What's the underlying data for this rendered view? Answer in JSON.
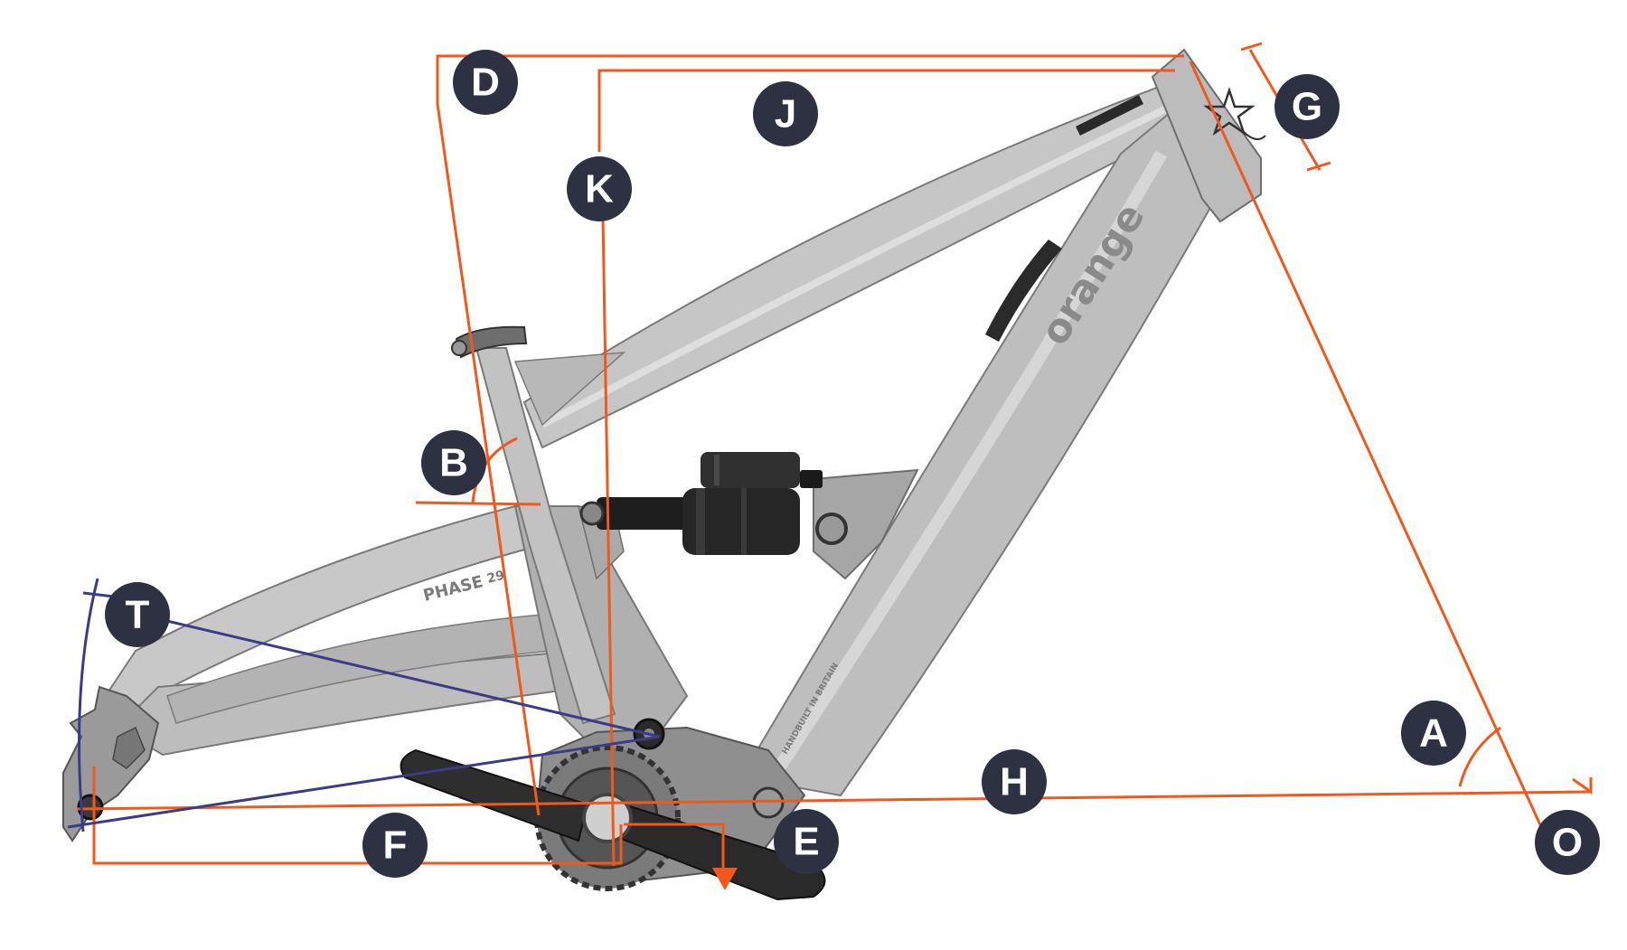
{
  "colors": {
    "measure": "#f0591e",
    "trail": "#3b3c86",
    "badge": "#2e3141",
    "frame_light": "#c4c4c4",
    "frame_mid": "#a9a9a9",
    "frame_dark": "#8c8c8c",
    "shock_black": "#1c1c1c"
  },
  "labels": {
    "A": "A",
    "B": "B",
    "D": "D",
    "E": "E",
    "F": "F",
    "G": "G",
    "H": "H",
    "J": "J",
    "K": "K",
    "O": "O",
    "T": "T"
  },
  "frame_text": {
    "brand": "orange",
    "model": "PHASE",
    "model_badge": "29",
    "made_in": "HANDBUILT IN BRITAIN"
  },
  "icons": {
    "brand_logo": "orange-star-logo"
  }
}
